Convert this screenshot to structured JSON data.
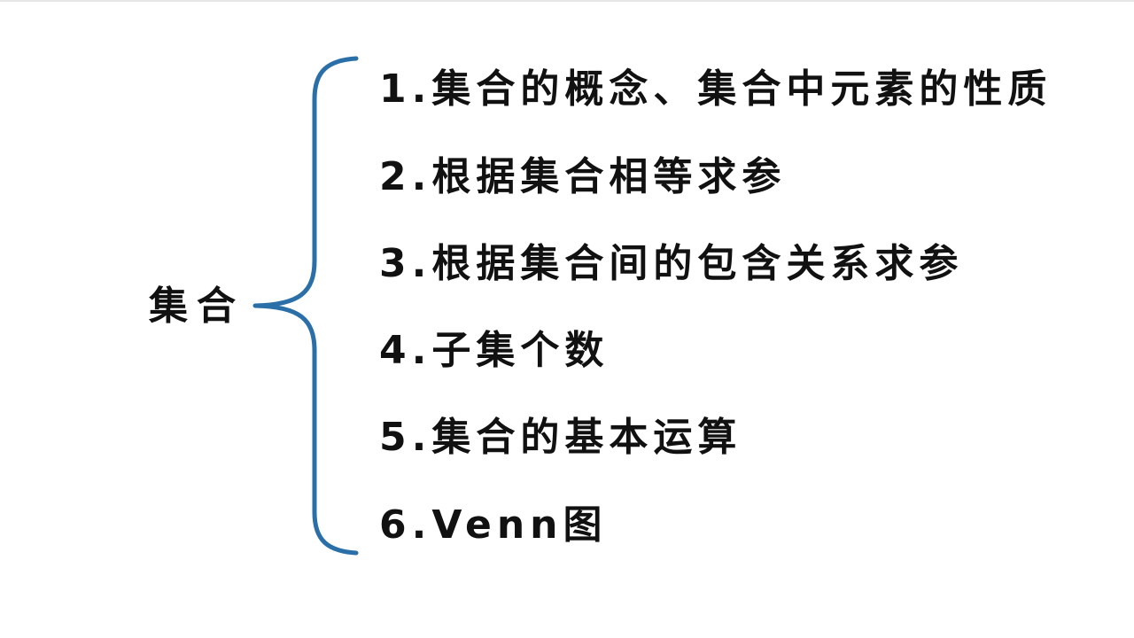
{
  "root": {
    "label": "集合"
  },
  "items": [
    {
      "number": "1.",
      "label": "集合的概念、集合中元素的性质"
    },
    {
      "number": "2.",
      "label": "根据集合相等求参"
    },
    {
      "number": "3.",
      "label": "根据集合间的包含关系求参"
    },
    {
      "number": "4.",
      "label": "子集个数"
    },
    {
      "number": "5.",
      "label": "集合的基本运算"
    },
    {
      "number": "6.",
      "label": "Venn图"
    }
  ],
  "colors": {
    "brace": "#2a6fa8",
    "text": "#111111",
    "background": "#ffffff"
  }
}
